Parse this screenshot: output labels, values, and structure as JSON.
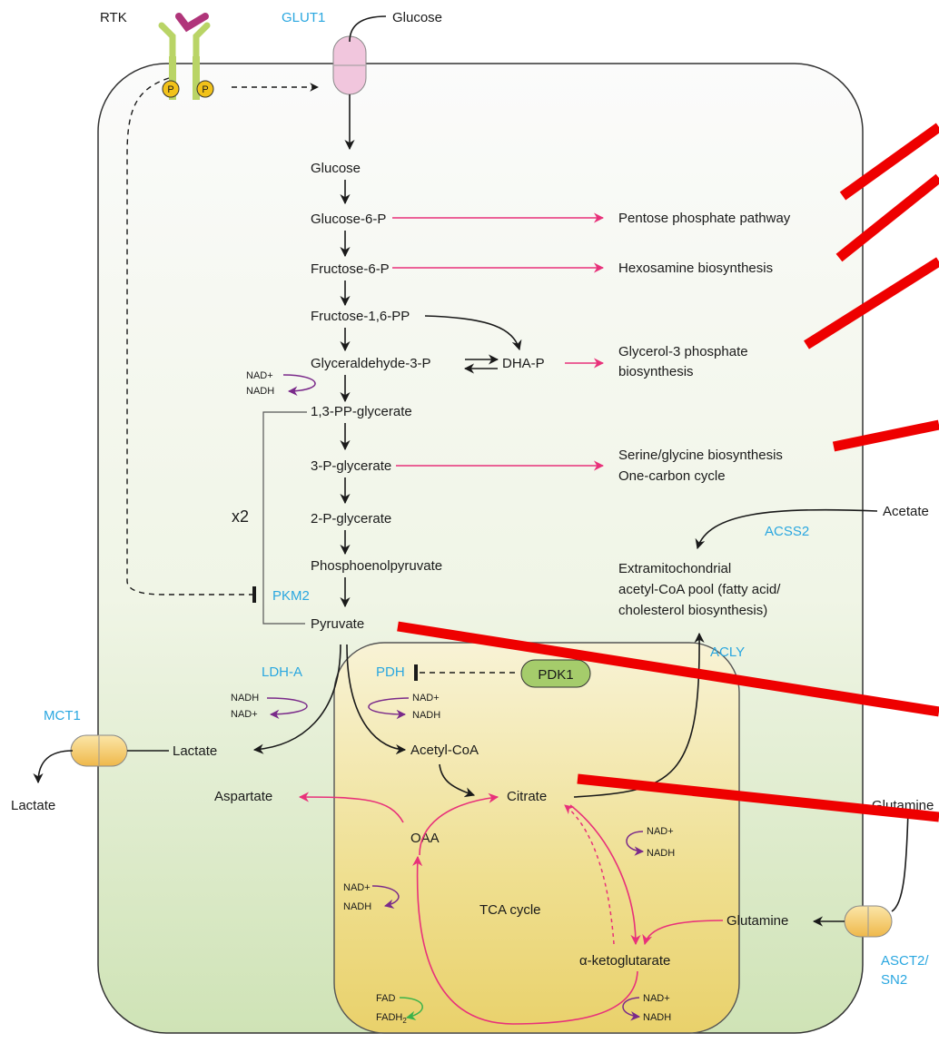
{
  "receptor": {
    "label": "RTK",
    "p_label": "P"
  },
  "transporters": {
    "glut1": "GLUT1",
    "mct1": "MCT1",
    "asct2": [
      "ASCT2/",
      "SN2"
    ]
  },
  "extracellular": {
    "glucose": "Glucose",
    "lactate": "Lactate",
    "acetate": "Acetate",
    "glutamine": "Glutamine"
  },
  "glycolysis": {
    "glucose": "Glucose",
    "g6p": "Glucose-6-P",
    "f6p": "Fructose-6-P",
    "f16pp": "Fructose-1,6-PP",
    "g3p": "Glyceraldehyde-3-P",
    "dhap": "DHA-P",
    "bpg": "1,3-PP-glycerate",
    "pg3": "3-P-glycerate",
    "pg2": "2-P-glycerate",
    "pep": "Phosphoenolpyruvate",
    "pyruvate": "Pyruvate",
    "x2": "x2",
    "nad": "NAD+",
    "nadh": "NADH"
  },
  "branches": {
    "ppp": "Pentose phosphate pathway",
    "hexosamine": "Hexosamine biosynthesis",
    "glycerol": [
      "Glycerol-3 phosphate",
      "biosynthesis"
    ],
    "serine": [
      "Serine/glycine biosynthesis",
      "One-carbon cycle"
    ],
    "acetyl_pool": [
      "Extramitochondrial",
      "acetyl-CoA pool (fatty acid/",
      "cholesterol biosynthesis)"
    ]
  },
  "enzymes": {
    "pkm2": "PKM2",
    "ldha": "LDH-A",
    "pdh": "PDH",
    "pdk1": "PDK1",
    "acss2": "ACSS2",
    "acly": "ACLY"
  },
  "cofactors": {
    "ldh_nadh": "NADH",
    "ldh_nad": "NAD+",
    "pdh_nad": "NAD+",
    "pdh_nadh": "NADH",
    "cit_nad": "NAD+",
    "cit_nadh": "NADH",
    "oaa_nad": "NAD+",
    "oaa_nadh": "NADH",
    "fad": "FAD",
    "fadh2": "FADH",
    "fadh2_sub": "2",
    "akg_nad": "NAD+",
    "akg_nadh": "NADH"
  },
  "mito": {
    "acetyl_coa": "Acetyl-CoA",
    "citrate": "Citrate",
    "oaa": "OAA",
    "aspartate": "Aspartate",
    "tca": "TCA cycle",
    "akg": "α-ketoglutarate",
    "glutamine": "Glutamine",
    "lactate": "Lactate"
  },
  "colors": {
    "pink_arrow": "#e8317a",
    "cofactor_purple": "#7a2a8a",
    "enzyme_blue": "#2aa7e0",
    "fad_green": "#3ab24a",
    "annotation_red": "#ee0000",
    "pdk1_green": "#a5cc6b",
    "transporter_orange": "#f5c65a",
    "glut1_pink": "#f1c6dd"
  }
}
